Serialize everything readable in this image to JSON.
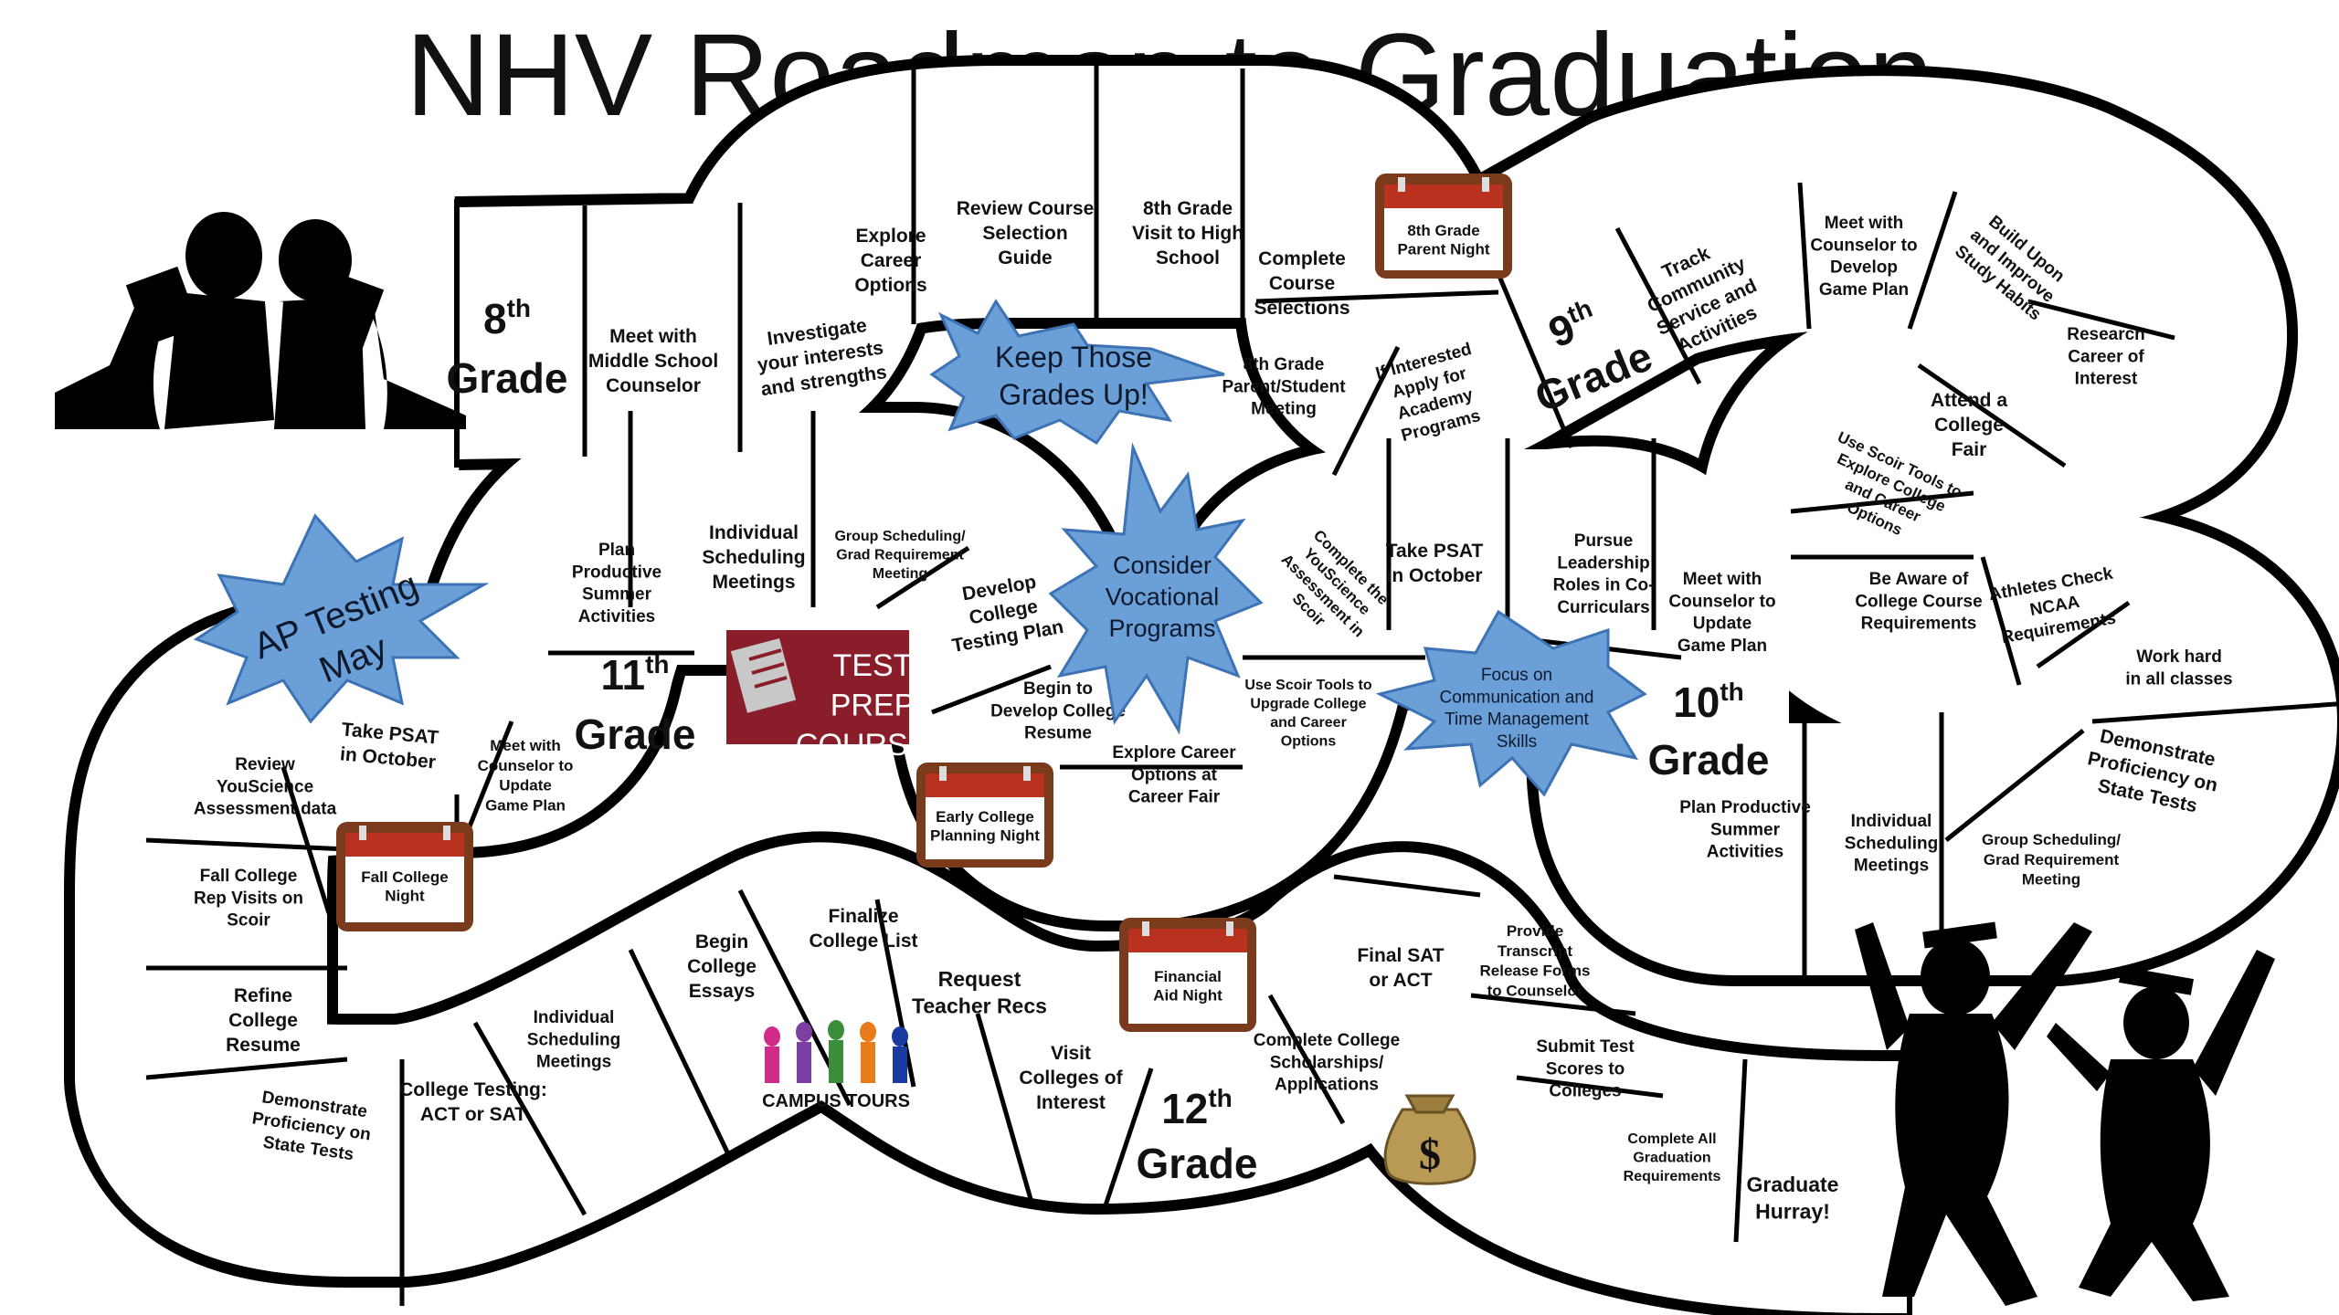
{
  "title": "NHV Roadmap to Graduation",
  "colors": {
    "star": "#6a9fd8",
    "star_stroke": "#3d73b5",
    "calendar": "#b8321f",
    "calendar_frame": "#7a3b1c",
    "prep": "#8a1d2a"
  },
  "grades": {
    "g8": {
      "label": "Grade",
      "num": "8",
      "sup": "th"
    },
    "g9": {
      "label": "Grade",
      "num": "9",
      "sup": "th"
    },
    "g10": {
      "label": "Grade",
      "num": "10",
      "sup": "th"
    },
    "g11": {
      "label": "Grade",
      "num": "11",
      "sup": "th"
    },
    "g12": {
      "label": "Grade",
      "num": "12",
      "sup": "th"
    }
  },
  "cells": {
    "c01": "Meet with|Middle School|Counselor",
    "c02": "Investigate|your interests|and strengths",
    "c03": "Explore|Career|Options",
    "c04": "Review Course|Selection|Guide",
    "c05": "8th Grade|Visit to High|School",
    "c06": "Complete|Course|Selections",
    "c07": "8th Grade|Parent/Student|Meeting",
    "c08": "If Interested|Apply for|Academy|Programs",
    "c09": "Track|Community|Service and|Activities",
    "c10": "Meet with|Counselor to|Develop|Game Plan",
    "c11": "Build Upon|and Improve|Study Habits",
    "c12": "Research|Career of|Interest",
    "c13": "Attend a|College|Fair",
    "c14": "Use Scoir Tools to|Explore College|and Career|Options",
    "c15": "Be Aware of|College Course|Requirements",
    "c16": "Athletes Check|NCAA|Requirements",
    "c17": "Work hard|in all classes",
    "c18": "Demonstrate|Proficiency on|State Tests",
    "c19": "Group Scheduling/|Grad Requirement|Meeting",
    "c20": "Individual|Scheduling|Meetings",
    "c21": "Plan Productive|Summer|Activities",
    "c22": "Meet with|Counselor to|Update|Game Plan",
    "c23": "Pursue|Leadership|Roles in Co-|Curriculars",
    "c24": "Take PSAT|in October",
    "c25": "Complete the|YouScience|Assessment in|Scoir",
    "c26": "Use Scoir Tools to|Upgrade College|and Career|Options",
    "c27": "Explore Career|Options at|Career Fair",
    "c28": "Begin to|Develop College|Resume",
    "c29": "Develop|College|Testing Plan",
    "c30": "Group Scheduling/|Grad Requirement|Meeting",
    "c31": "Individual|Scheduling|Meetings",
    "c32": "Plan|Productive|Summer|Activities",
    "c33": "Meet with|Counselor to|Update|Game Plan",
    "c34": "Take PSAT|in October",
    "c35": "Review|YouScience|Assessment data",
    "c36": "Fall College|Rep Visits on|Scoir",
    "c37": "Refine|College|Resume",
    "c38": "Demonstrate|Proficiency on|State Tests",
    "c39": "College Testing:|ACT or SAT",
    "c40": "Individual|Scheduling|Meetings",
    "c41": "Begin|College|Essays",
    "c42": "Finalize|College List",
    "c43": "Request|Teacher Recs",
    "c44": "Visit|Colleges of|Interest",
    "c45": "Complete College|Scholarships/|Applications",
    "c46": "Final SAT|or ACT",
    "c47": "Provide|Transcript|Release Forms|to Counselor",
    "c48": "Submit Test|Scores to|Colleges",
    "c49": "Complete All|Graduation|Requirements",
    "c50": "Graduate|Hurray!"
  },
  "stars": {
    "s1": "Keep Those|Grades Up!",
    "s2": "Consider|Vocational|Programs",
    "s3": "Focus on|Communication and|Time Management|Skills",
    "s4": "AP Testing|May"
  },
  "calendars": {
    "k1": "8th Grade|Parent Night",
    "k2": "Early College|Planning Night",
    "k3": "Fall College|Night",
    "k4": "Financial|Aid Night"
  },
  "logos": {
    "test_prep": "TEST|PREP|COURSES",
    "campus_tours": "CAMPUS TOURS",
    "money": "$"
  }
}
